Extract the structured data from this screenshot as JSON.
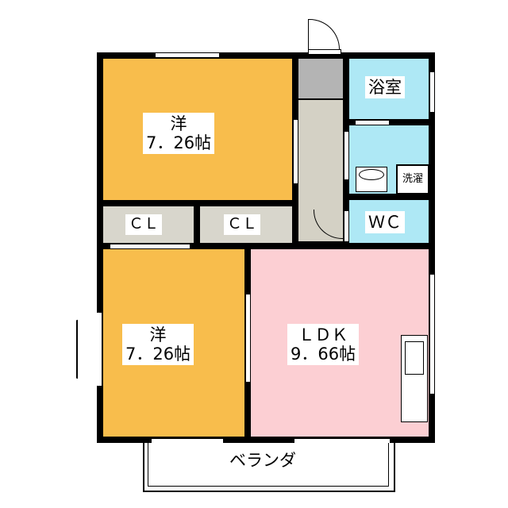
{
  "rooms": {
    "western_top": {
      "name": "洋",
      "area": "7．26帖"
    },
    "western_bottom": {
      "name": "洋",
      "area": "7．26帖"
    },
    "ldk": {
      "name": "ＬＤＫ",
      "area": "9．66帖"
    },
    "bath": {
      "name": "浴室"
    },
    "wc": {
      "name": "ＷＣ"
    },
    "closet_left": {
      "name": "ＣＬ"
    },
    "closet_right": {
      "name": "ＣＬ"
    },
    "washer": {
      "name": "洗濯"
    },
    "balcony": {
      "name": "ベランダ"
    }
  },
  "colors": {
    "western": "#f8bd4c",
    "ldk": "#fccfd3",
    "wet": "#aee8f5",
    "closet": "#d8d6cc",
    "hall": "#d4d1c5",
    "entry": "#b4b4b4"
  }
}
